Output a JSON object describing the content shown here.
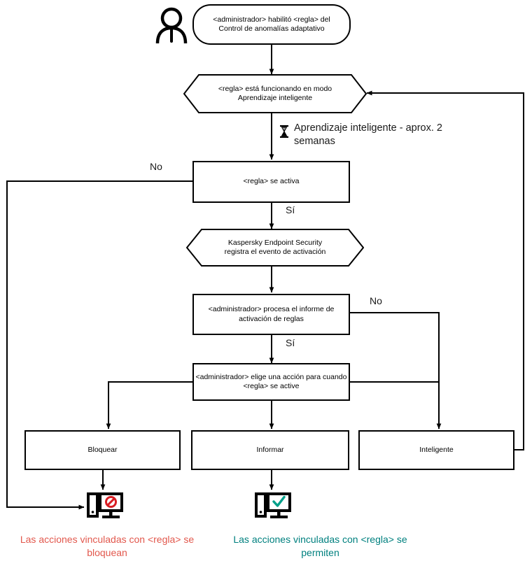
{
  "diagram": {
    "title": "Control de anomalias adaptativo - flujo de reglas",
    "colors": {
      "stroke": "#000000",
      "block_caption": "#e2584d",
      "allow_caption": "#00807f",
      "block_symbol": "#d81e24",
      "allow_symbol": "#00a08a"
    },
    "actor": {
      "name": "administrador-actor",
      "icon": "person-icon"
    },
    "nodes": [
      {
        "id": "start",
        "shape": "rounded",
        "text": "<administrador> habilitó <regla> del Control de anomalías adaptativo"
      },
      {
        "id": "smart_learning",
        "shape": "hexagon",
        "text": "<regla> está funcionando en modo Aprendizaje inteligente"
      },
      {
        "id": "rule_triggered",
        "shape": "rect",
        "text": "<regla> se activa"
      },
      {
        "id": "kes_logs_event",
        "shape": "hexagon",
        "text": "Kaspersky Endpoint Security registra el evento de activación"
      },
      {
        "id": "admin_processes_report",
        "shape": "rect",
        "text": "<administrador> procesa el informe de activación de reglas"
      },
      {
        "id": "admin_chooses_action",
        "shape": "rect",
        "text": "<administrador> elige una acción para cuando <regla> se active"
      },
      {
        "id": "action_block",
        "shape": "rect",
        "text": "Bloquear"
      },
      {
        "id": "action_inform",
        "shape": "rect",
        "text": "Informar"
      },
      {
        "id": "action_smart",
        "shape": "rect",
        "text": "Inteligente"
      }
    ],
    "note": {
      "icon": "hourglass-icon",
      "text": "Aprendizaje inteligente - aprox. 2 semanas"
    },
    "edge_labels": [
      {
        "id": "rule-triggered-no",
        "text": "No"
      },
      {
        "id": "rule-triggered-yes",
        "text": "Sí"
      },
      {
        "id": "report-no",
        "text": "No"
      },
      {
        "id": "report-yes",
        "text": "Sí"
      }
    ],
    "outcomes": [
      {
        "id": "blocked",
        "icon": "computer-blocked-icon",
        "caption": "Las acciones vinculadas con <regla> se bloquean"
      },
      {
        "id": "allowed",
        "icon": "computer-allowed-icon",
        "caption": "Las acciones vinculadas con <regla> se permiten"
      }
    ]
  }
}
